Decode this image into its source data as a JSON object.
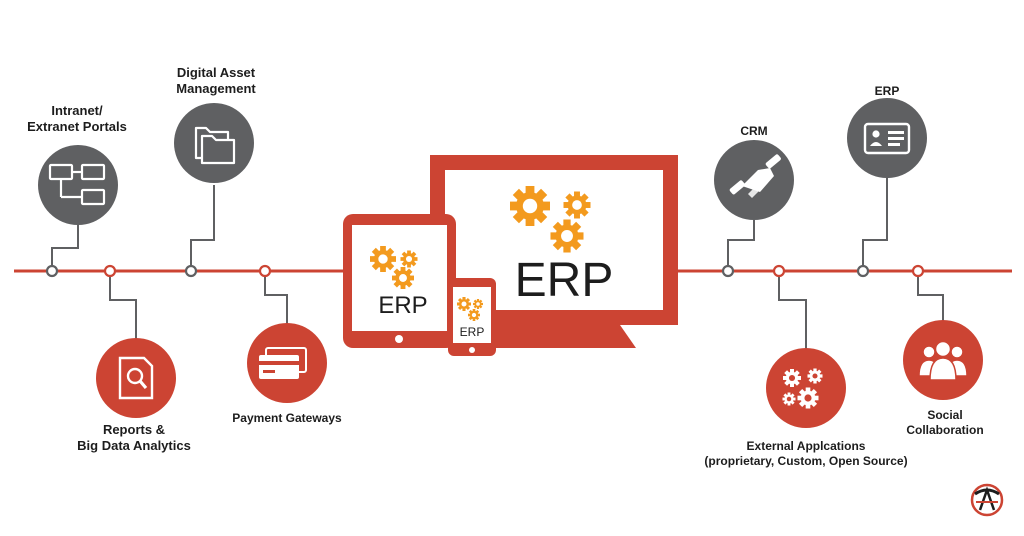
{
  "nodes": {
    "intranet": {
      "line1": "Intranet/",
      "line2": "Extranet Portals",
      "icon": "monitors-network-icon"
    },
    "dam": {
      "line1": "Digital Asset",
      "line2": "Management",
      "icon": "folders-icon"
    },
    "reports": {
      "line1": "Reports &",
      "line2": "Big Data Analytics",
      "icon": "document-search-icon"
    },
    "payment": {
      "line1": "Payment Gateways",
      "icon": "cards-icon"
    },
    "crm": {
      "line1": "CRM",
      "icon": "handshake-icon"
    },
    "erp_card": {
      "line1": "ERP",
      "icon": "id-card-icon"
    },
    "external": {
      "line1": "External Applcations",
      "line2": "(proprietary, Custom, Open Source)",
      "icon": "gears-icon"
    },
    "social": {
      "line1": "Social",
      "line2": "Collaboration",
      "icon": "people-group-icon"
    }
  },
  "devices": {
    "monitor_label": "ERP",
    "tablet_label": "ERP",
    "phone_label": "ERP"
  },
  "colors": {
    "accent_red": "#cc4433",
    "node_gray": "#5f6062",
    "gear_orange": "#f39a1e",
    "text_dark": "#1d1d1d"
  }
}
